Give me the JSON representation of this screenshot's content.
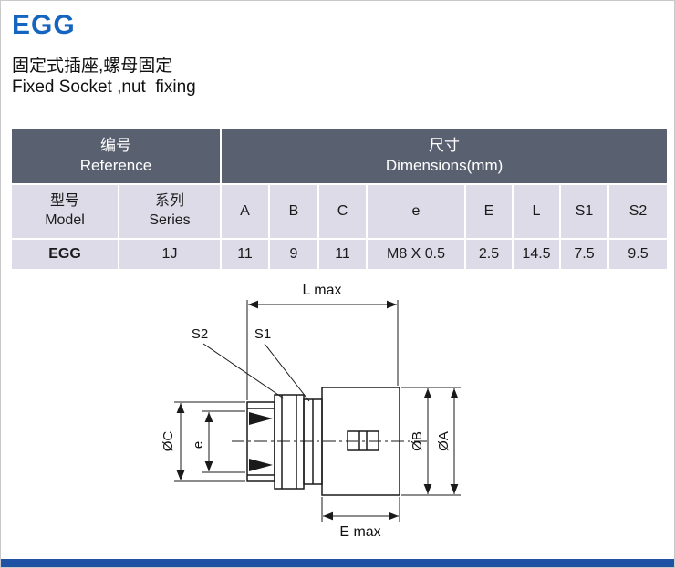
{
  "page": {
    "title": "EGG",
    "subtitle_cn": "固定式插座,螺母固定",
    "subtitle_en": "Fixed Socket ,nut  fixing"
  },
  "colors": {
    "title_blue": "#1565c0",
    "table_header_bg": "#596070",
    "table_header_text": "#ffffff",
    "table_cell_bg": "#dcdbe7",
    "table_text": "#1a1a1a",
    "footer_bar": "#1f51a5",
    "line_color": "#1a1a1a"
  },
  "table": {
    "group_headers": {
      "reference_cn": "编号",
      "reference_en": "Reference",
      "dimensions_cn": "尺寸",
      "dimensions_en": "Dimensions(mm)"
    },
    "columns": {
      "model_cn": "型号",
      "model_en": "Model",
      "series_cn": "系列",
      "series_en": "Series",
      "dims": [
        "A",
        "B",
        "C",
        "e",
        "E",
        "L",
        "S1",
        "S2"
      ]
    },
    "rows": [
      {
        "model": "EGG",
        "series": "1J",
        "values": [
          "11",
          "9",
          "11",
          "M8 X 0.5",
          "2.5",
          "14.5",
          "7.5",
          "9.5"
        ]
      }
    ]
  },
  "drawing": {
    "labels": {
      "l_max": "L max",
      "s2": "S2",
      "s1": "S1",
      "dia_c": "ØC",
      "e": "e",
      "dia_b": "ØB",
      "dia_a": "ØA",
      "e_max": "E max"
    }
  }
}
